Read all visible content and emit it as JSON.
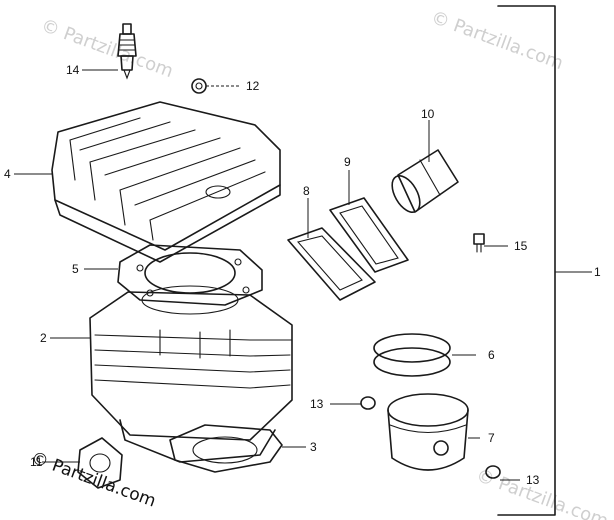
{
  "watermark": {
    "text": "© Partzilla.com",
    "bottom_text": "© Partzilla.com"
  },
  "callouts": [
    {
      "id": "1",
      "label": "1"
    },
    {
      "id": "2",
      "label": "2"
    },
    {
      "id": "3",
      "label": "3"
    },
    {
      "id": "4",
      "label": "4"
    },
    {
      "id": "5",
      "label": "5"
    },
    {
      "id": "6",
      "label": "6"
    },
    {
      "id": "7",
      "label": "7"
    },
    {
      "id": "8",
      "label": "8"
    },
    {
      "id": "9",
      "label": "9"
    },
    {
      "id": "10",
      "label": "10"
    },
    {
      "id": "11",
      "label": "11"
    },
    {
      "id": "12",
      "label": "12"
    },
    {
      "id": "13a",
      "label": "13"
    },
    {
      "id": "13b",
      "label": "13"
    },
    {
      "id": "14",
      "label": "14"
    },
    {
      "id": "15",
      "label": "15"
    }
  ]
}
